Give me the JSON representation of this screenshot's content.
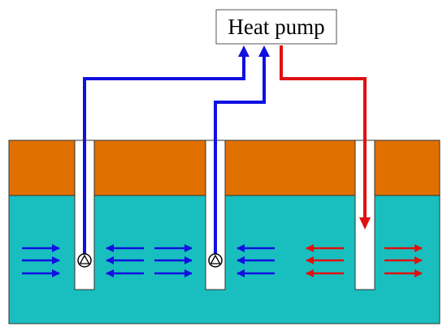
{
  "heat_pump": {
    "label": "Heat pump"
  },
  "colors": {
    "background": "#ffffff",
    "top_soil": "#e07000",
    "aquifer": "#19bfbf",
    "well": "#ffffff",
    "outline": "#333333",
    "extraction_flow": "#1010e0",
    "injection_flow": "#e01010",
    "box_border": "#555555"
  },
  "components": {
    "wells": [
      "extraction-well-1",
      "extraction-well-2",
      "injection-well"
    ],
    "pumps": [
      "pump-symbol",
      "pump-symbol"
    ],
    "pipes": [
      "supply-pipe-1",
      "supply-pipe-2",
      "return-pipe"
    ]
  }
}
